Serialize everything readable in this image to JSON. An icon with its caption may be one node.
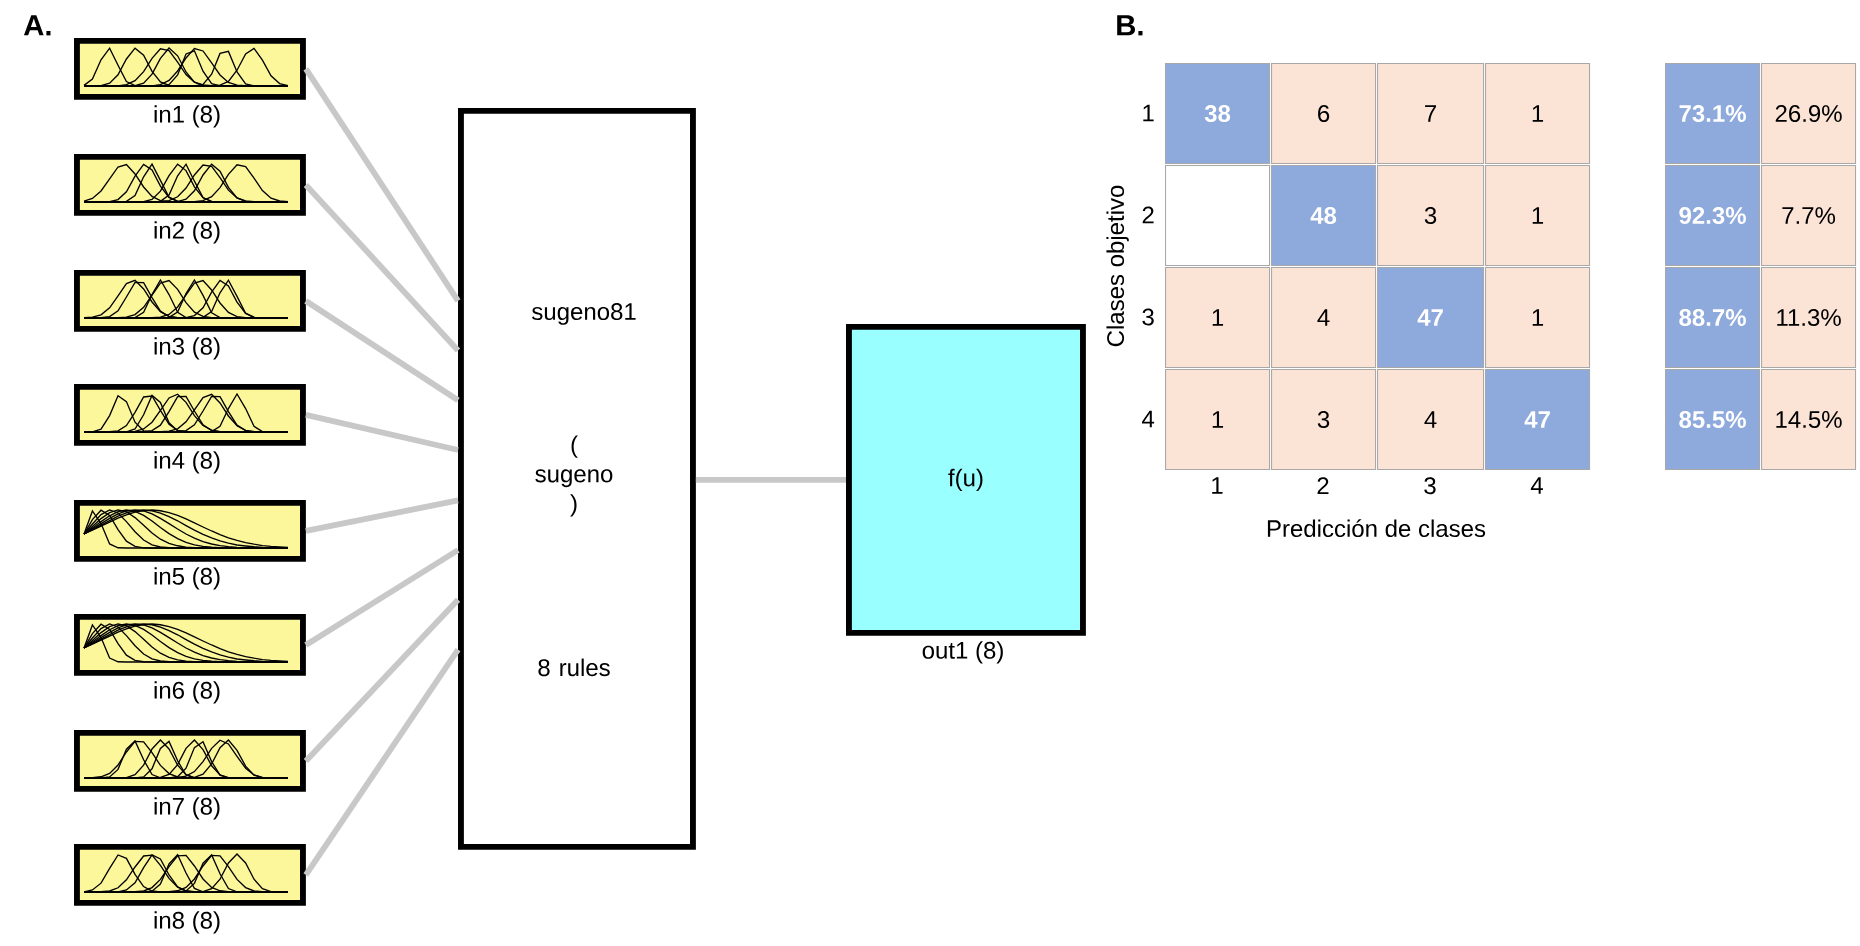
{
  "diagram": {
    "nodes": [
      {
        "text": [],
        "shape": "box",
        "beside": [
          "in1 (8)"
        ]
      },
      {
        "text": [],
        "shape": "box",
        "beside": [
          "in2 (8)"
        ]
      },
      {
        "text": [],
        "shape": "box",
        "beside": [
          "in3 (8)"
        ]
      },
      {
        "text": [],
        "shape": "box",
        "beside": [
          "in4 (8)"
        ]
      },
      {
        "text": [],
        "shape": "box",
        "beside": [
          "in5 (8)"
        ]
      },
      {
        "text": [],
        "shape": "box",
        "beside": [
          "in6 (8)"
        ]
      },
      {
        "text": [],
        "shape": "box",
        "beside": [
          "in7 (8)"
        ]
      },
      {
        "text": [],
        "shape": "box",
        "beside": [
          "in8 (8)"
        ]
      },
      {
        "text": [
          "sugeno81",
          "( sugeno )",
          "8 rules"
        ]
      },
      {
        "text": [
          "f(u)"
        ],
        "beside": [
          "out1 (8)"
        ]
      },
      {
        "text": [
          "38"
        ]
      },
      {
        "text": [
          "6"
        ]
      },
      {
        "text": [
          "7"
        ]
      },
      {
        "text": [
          "1"
        ]
      },
      {
        "text": [],
        "shape": "box"
      },
      {
        "text": [
          "48"
        ]
      },
      {
        "text": [
          "3"
        ]
      },
      {
        "text": [
          "1"
        ]
      },
      {
        "text": [
          "1"
        ]
      },
      {
        "text": [
          "4"
        ]
      },
      {
        "text": [
          "47"
        ]
      },
      {
        "text": [
          "1"
        ]
      },
      {
        "text": [
          "1"
        ]
      },
      {
        "text": [
          "3"
        ]
      },
      {
        "text": [
          "4"
        ]
      },
      {
        "text": [
          "47"
        ]
      },
      {
        "text": [
          "73.1%"
        ]
      },
      {
        "text": [
          "26.9%"
        ]
      },
      {
        "text": [
          "92.3%"
        ]
      },
      {
        "text": [
          "7.7%"
        ]
      },
      {
        "text": [
          "88.7%"
        ]
      },
      {
        "text": [
          "11.3%"
        ]
      },
      {
        "text": [
          "85.5%"
        ]
      },
      {
        "text": [
          "14.5%"
        ]
      }
    ],
    "edges": [
      {
        "from": 0,
        "to": 8,
        "arrow": "none"
      },
      {
        "from": 1,
        "to": 8,
        "arrow": "none"
      },
      {
        "from": 2,
        "to": 8,
        "arrow": "none"
      },
      {
        "from": 3,
        "to": 8,
        "arrow": "none"
      },
      {
        "from": 4,
        "to": 8,
        "arrow": "none"
      },
      {
        "from": 5,
        "to": 8,
        "arrow": "none"
      },
      {
        "from": 6,
        "to": 8,
        "arrow": "none"
      },
      {
        "from": 7,
        "to": 8,
        "arrow": "none"
      },
      {
        "from": 8,
        "to": 9,
        "arrow": "none"
      }
    ],
    "labels": [
      "A.",
      "B.",
      "Clases objetivo",
      "1",
      "2",
      "3",
      "4",
      "1",
      "2",
      "3",
      "4",
      "Predicción de clases"
    ]
  }
}
